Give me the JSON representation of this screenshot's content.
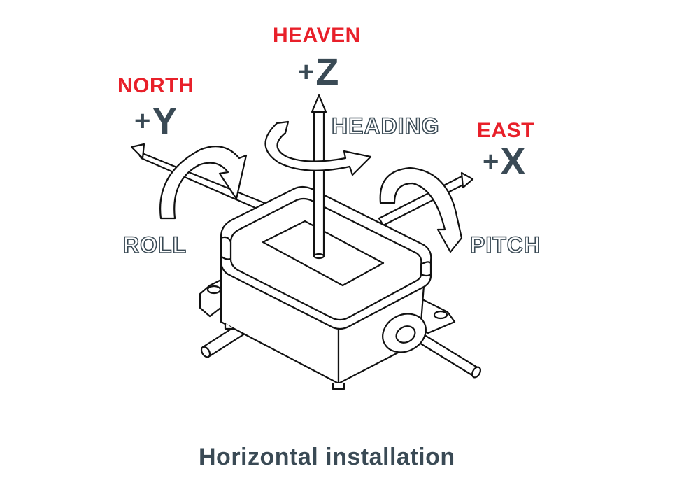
{
  "labels": {
    "heaven": "HEAVEN",
    "north": "NORTH",
    "east": "EAST",
    "z_sign": "+",
    "z_axis": "Z",
    "y_sign": "+",
    "y_axis": "Y",
    "x_sign": "+",
    "x_axis": "X",
    "heading": "HEADING",
    "roll": "ROLL",
    "pitch": "PITCH",
    "caption": "Horizontal installation"
  },
  "colors": {
    "direction_red": "#e8202a",
    "axis_dark": "#3a4a55",
    "line": "#111111"
  }
}
